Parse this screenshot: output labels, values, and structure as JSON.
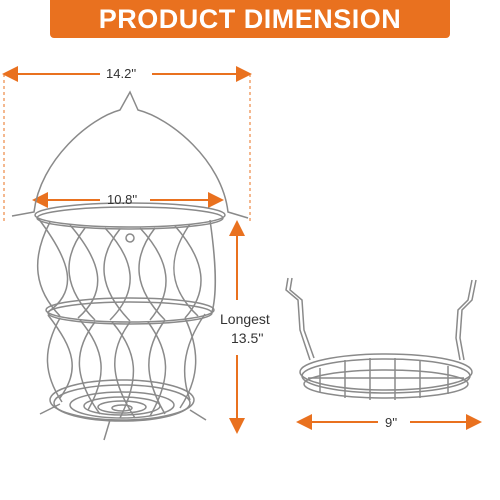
{
  "banner": {
    "title": "PRODUCT DIMENSION"
  },
  "dimensions": {
    "overall_width": "14.2''",
    "basket_diameter": "10.8''",
    "height_line1": "Longest",
    "height_line2": "13.5''",
    "stand_diameter": "9''"
  },
  "colors": {
    "accent": "#e9711f",
    "arrow": "#e9711f",
    "wire": "#8a8a8a"
  }
}
